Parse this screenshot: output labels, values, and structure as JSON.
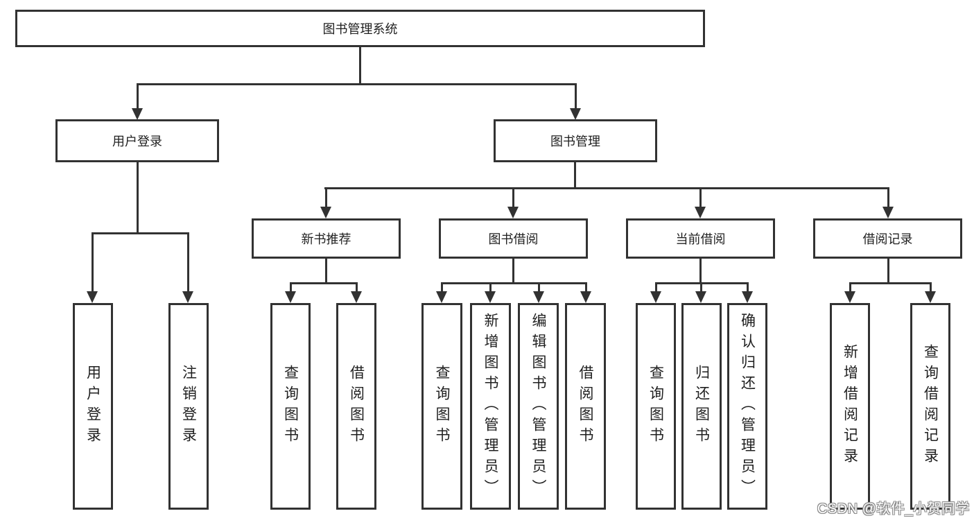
{
  "diagram": {
    "root": {
      "label": "图书管理系统"
    },
    "level2": [
      {
        "label": "用户登录"
      },
      {
        "label": "图书管理"
      }
    ],
    "level3": [
      {
        "label": "新书推荐"
      },
      {
        "label": "图书借阅"
      },
      {
        "label": "当前借阅"
      },
      {
        "label": "借阅记录"
      }
    ],
    "leaves": {
      "login": [
        "用户登录",
        "注销登录"
      ],
      "recommend": [
        "查询图书",
        "借阅图书"
      ],
      "borrow": [
        "查询图书",
        "新增图书（管理员）",
        "编辑图书（管理员）",
        "借阅图书"
      ],
      "current": [
        "查询图书",
        "归还图书",
        "确认归还（管理员）"
      ],
      "records": [
        "新增借阅记录",
        "查询借阅记录"
      ]
    },
    "colors": {
      "line": "#323232",
      "text": "#1f1f1f",
      "background": "#ffffff",
      "watermark_outline": "#8a8a8a"
    },
    "watermark": "CSDN @软件_小贺同学"
  }
}
